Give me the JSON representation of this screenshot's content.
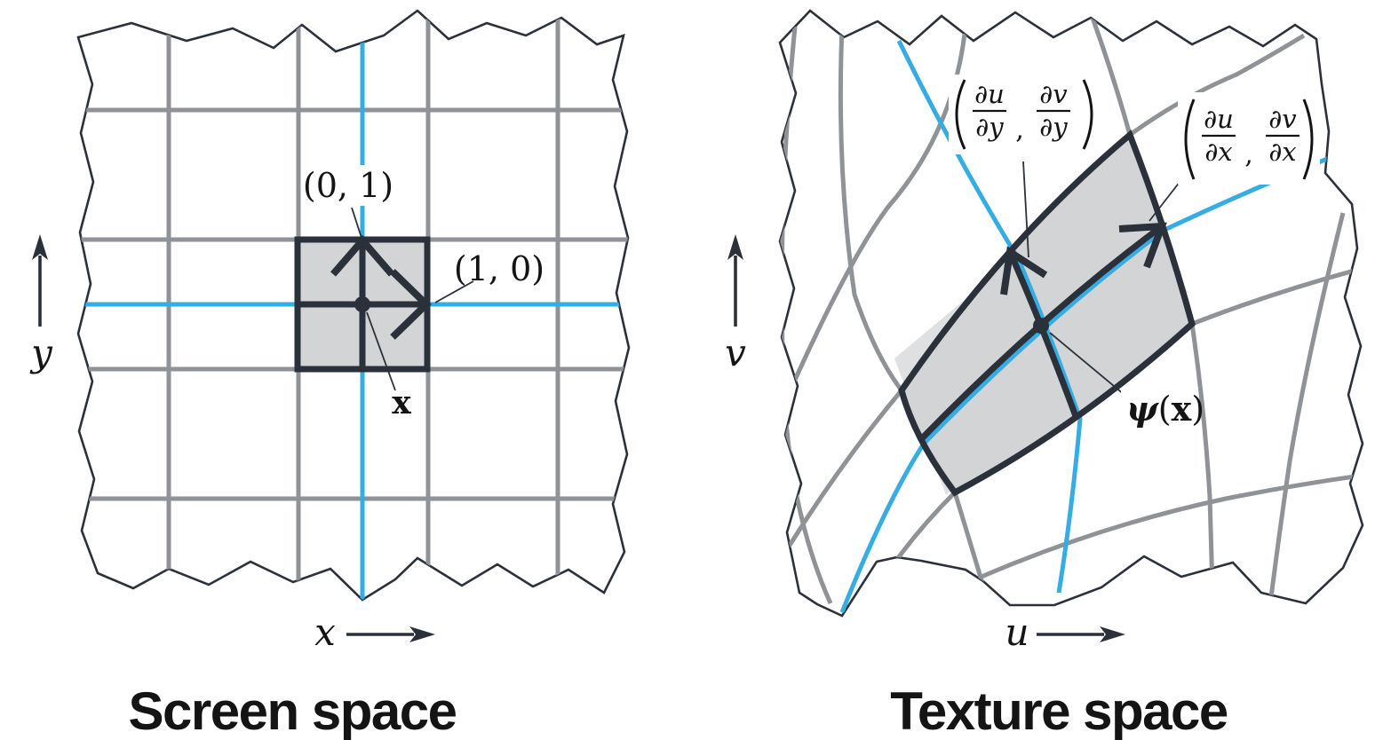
{
  "figure": {
    "left": {
      "caption": "Screen space",
      "axis": {
        "x": "x",
        "y": "y"
      },
      "labels": {
        "up_vector": "(0, 1)",
        "right_vector": "(1, 0)",
        "point": "x"
      }
    },
    "right": {
      "caption": "Texture space",
      "axis": {
        "u": "u",
        "v": "v"
      },
      "labels": {
        "point_psi": "ψ",
        "point_arg_open": "(",
        "point_arg": "x",
        "point_arg_close": ")",
        "dy": {
          "num1": "∂u",
          "den1": "∂y",
          "num2": "∂v",
          "den2": "∂y",
          "comma": ","
        },
        "dx": {
          "num1": "∂u",
          "den1": "∂x",
          "num2": "∂v",
          "den2": "∂x",
          "comma": ","
        }
      }
    },
    "colors": {
      "cyan": "#36ADE2",
      "grid_gray": "#8F9296",
      "dark": "#2B313B",
      "cell_fill": "#D3D4D6",
      "approx_fill": "#DFE0E1",
      "text": "#141414",
      "paper": "#FFFFFF"
    }
  }
}
